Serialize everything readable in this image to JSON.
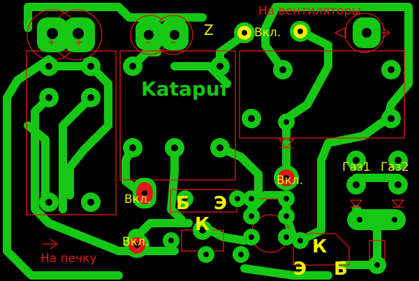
{
  "labels": {
    "fans": "На вентиляторы",
    "stove": "На печку",
    "z": "Z",
    "on_top": "Вкл.",
    "on_right_mid": "Вкл.",
    "on_left_upper": "Вкл.",
    "on_left_lower": "Вкл.",
    "author": "Katapuf",
    "gas1": "Газ1",
    "gas2": "Газ2",
    "pin_b_left": "Б",
    "pin_e_left": "Э",
    "pin_k_left": "К",
    "pin_k_right": "К",
    "pin_e_right": "Э",
    "pin_b_right": "Б",
    "plus_left": "+",
    "plus_right": "+",
    "minus_left": "−",
    "minus_right": "−"
  },
  "colors": {
    "background": "#000000",
    "copper": "#14c814",
    "silk_red": "#e01818",
    "yellow_text": "#f0f000",
    "pad_yellow": "#f0f000",
    "pad_red": "#e01818",
    "hole": "#000000"
  }
}
